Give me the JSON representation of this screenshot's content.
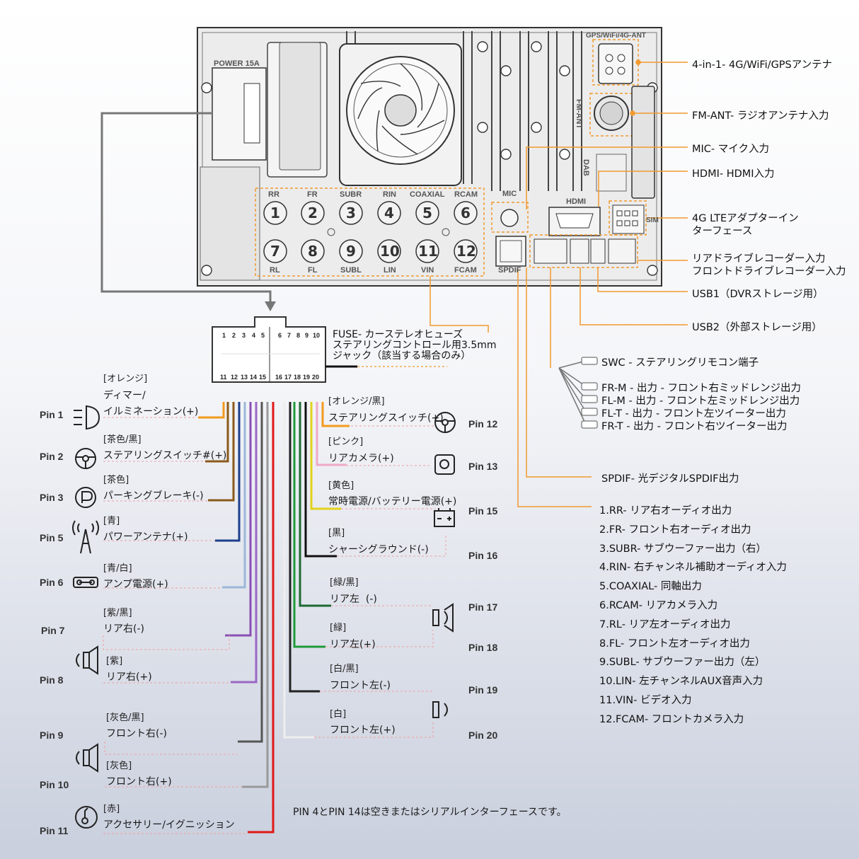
{
  "unit": {
    "power_label": "POWER 15A",
    "gps_label": "GPS/WiFi/4G-ANT",
    "fm_label": "FM-ANT",
    "dab_label": "DAB",
    "mic_label": "MIC",
    "hdmi_label": "HDMI",
    "sim_label": "SIM",
    "spdif_label": "SPDIF",
    "top_row_labels": [
      "RR",
      "FR",
      "SUBR",
      "RIN",
      "COAXIAL",
      "RCAM"
    ],
    "top_row_numbers": [
      "1",
      "2",
      "3",
      "4",
      "5",
      "6"
    ],
    "bottom_row_numbers": [
      "7",
      "8",
      "9",
      "10",
      "11",
      "12"
    ],
    "bottom_row_labels": [
      "RL",
      "FL",
      "SUBL",
      "LIN",
      "VIN",
      "FCAM"
    ]
  },
  "connector": {
    "top_numbers_left": [
      "1",
      "2",
      "3",
      "4",
      "5"
    ],
    "top_numbers_right": [
      "6",
      "7",
      "8",
      "9",
      "10"
    ],
    "bottom_numbers_left": [
      "11",
      "12",
      "13",
      "14",
      "15"
    ],
    "bottom_numbers_right": [
      "16",
      "17",
      "18",
      "19",
      "20"
    ]
  },
  "callouts": {
    "gps": "4-in-1- 4G/WiFi/GPSアンテナ",
    "fm": "FM-ANT- ラジオアンテナ入力",
    "mic": "MIC- マイク入力",
    "hdmi": "HDMI- HDMI入力",
    "lte_1": "4G LTEアダプターイン",
    "lte_2": "ターフェース",
    "dvr_1": "リアドライブレコーダー入力",
    "dvr_2": "フロントドライブレコーダー入力",
    "usb1": "USB1（DVRストレージ用）",
    "usb2": "USB2（外部ストレージ用）",
    "swc": "SWC - ステアリングリモコン端子",
    "frm": "FR-M - 出力 - フロント右ミッドレンジ出力",
    "flm": "FL-M - 出力 - フロント左ミッドレンジ出力",
    "flt": "FL-T - 出力 - フロント左ツイーター出力",
    "frt": "FR-T - 出力 - フロント右ツイーター出力",
    "spdif": "SPDIF- 光デジタルSPDIF出力",
    "fuse_1": "FUSE- カーステレオヒューズ",
    "fuse_2": "ステアリングコントロール用3.5mm",
    "fuse_3": "ジャック（該当する場合のみ）"
  },
  "rca_list": [
    "1.RR- リア右オーディオ出力",
    "2.FR- フロント右オーディオ出力",
    "3.SUBR- サブウーファー出力（右）",
    "4.RIN- 右チャンネル補助オーディオ入力",
    "5.COAXIAL- 同軸出力",
    "6.RCAM- リアカメラ入力",
    "7.RL- リア左オーディオ出力",
    "8.FL- フロント左オーディオ出力",
    "9.SUBL- サブウーファー出力（左）",
    "10.LIN- 左チャンネルAUX音声入力",
    "11.VIN- ビデオ入力",
    "12.FCAM- フロントカメラ入力"
  ],
  "left_pins": {
    "p1": {
      "pin": "Pin 1",
      "color": "[オレンジ]",
      "name1": "ディマー/",
      "name2": "イルミネーション(+)"
    },
    "p2": {
      "pin": "Pin 2",
      "color": "[茶色/黒]",
      "name": "ステアリングスイッチ#(+)"
    },
    "p3": {
      "pin": "Pin 3",
      "color": "[茶色]",
      "name": "パーキングブレーキ(-)"
    },
    "p5": {
      "pin": "Pin 5",
      "color": "[青]",
      "name": "パワーアンテナ(+)"
    },
    "p6": {
      "pin": "Pin 6",
      "color": "[青/白]",
      "name": "アンプ電源(+)"
    },
    "p7": {
      "pin": "Pin 7",
      "color": "[紫/黒]",
      "name": "リア右(-)"
    },
    "p8": {
      "pin": "Pin 8",
      "color": "[紫]",
      "name": "リア右(+)"
    },
    "p9": {
      "pin": "Pin 9",
      "color": "[灰色/黒]",
      "name": "フロント右(-)"
    },
    "p10": {
      "pin": "Pin 10",
      "color": "[灰色]",
      "name": "フロント右(+)"
    },
    "p11": {
      "pin": "Pin 11",
      "color": "[赤]",
      "name": "アクセサリー/イグニッション"
    }
  },
  "right_pins": {
    "p12": {
      "pin": "Pin 12",
      "color": "[オレンジ/黒]",
      "name": "ステアリングスイッチ(+)"
    },
    "p13": {
      "pin": "Pin 13",
      "color": "[ピンク]",
      "name": "リアカメラ(+)"
    },
    "p15": {
      "pin": "Pin 15",
      "color": "[黄色]",
      "name": "常時電源/バッテリー電源(+)"
    },
    "p16": {
      "pin": "Pin 16",
      "color": "[黒]",
      "name": "シャーシグラウンド(-)"
    },
    "p17": {
      "pin": "Pin 17",
      "color": "[緑/黒]",
      "name": "リア左  (-)"
    },
    "p18": {
      "pin": "Pin 18",
      "color": "[緑]",
      "name": "リア左(+)"
    },
    "p19": {
      "pin": "Pin 19",
      "color": "[白/黒]",
      "name": "フロント左(-)"
    },
    "p20": {
      "pin": "Pin 20",
      "color": "[白]",
      "name": "フロント左(+)"
    }
  },
  "footnote": "PIN 4とPIN 14は空きまたはシリアルインターフェースです。",
  "wire_colors": {
    "orange": "#f39a1e",
    "brown": "#8a5a19",
    "blue": "#1c3f8c",
    "purple": "#8a4fb5",
    "gray": "#8a8a8a",
    "red": "#e01818",
    "pink": "#f0a9c8",
    "yellow": "#e2d21b",
    "green": "#1f9a3a",
    "black": "#111111",
    "accent_dash": "#f29a2e"
  }
}
